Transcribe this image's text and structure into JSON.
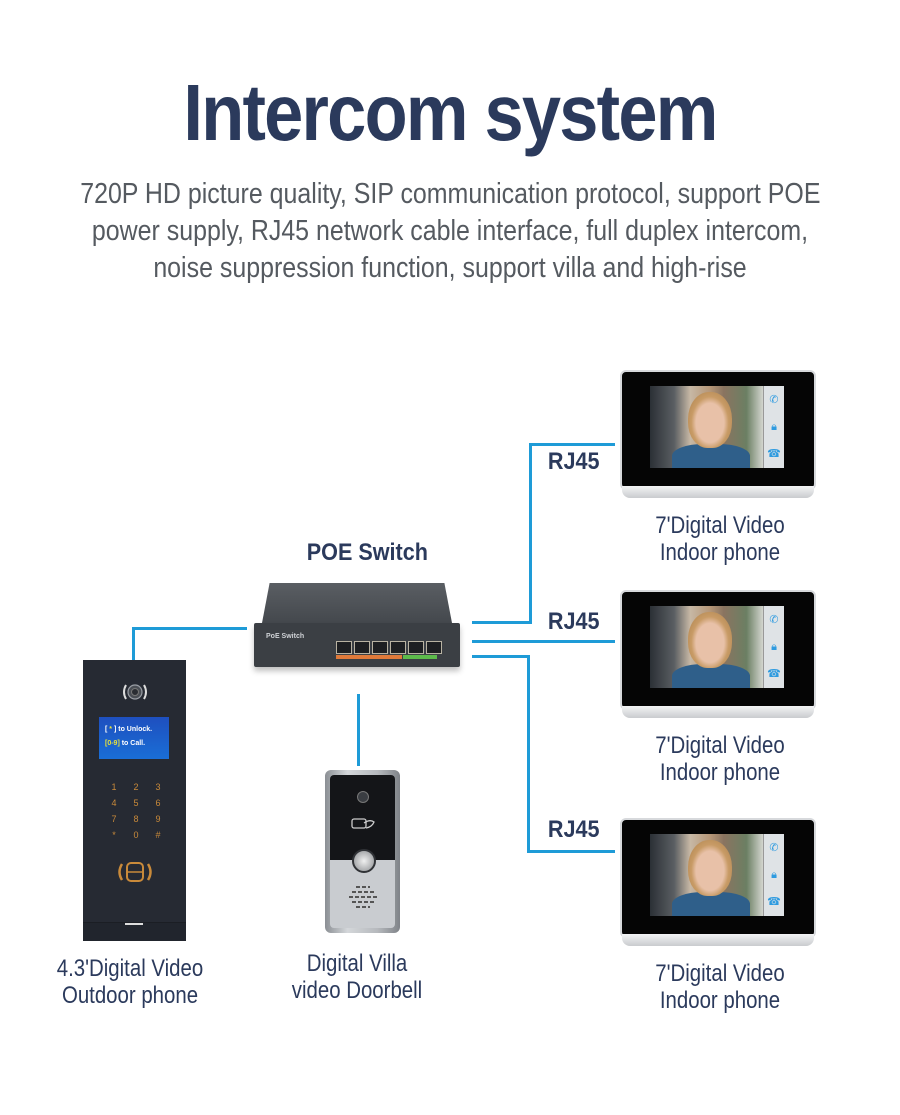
{
  "header": {
    "title": "Intercom system",
    "subtitle_lines": [
      "720P HD picture quality, SIP communication protocol, support POE",
      "power supply, RJ45 network cable interface, full duplex intercom,",
      "noise suppression function, support villa and high-rise"
    ]
  },
  "diagram": {
    "line_color": "#1e9bd7",
    "text_color": "#2b3a5c",
    "switch": {
      "label": "POE Switch",
      "brand_text": "PoE Switch"
    },
    "outdoor_phone": {
      "label_line1": "4.3'Digital Video",
      "label_line2": "Outdoor phone",
      "screen_line1_prefix": "[ ",
      "screen_line1_key": "*",
      "screen_line1_suffix": " ] to Unlock.",
      "screen_line2_key": "[0-9]",
      "screen_line2_suffix": " to Call.",
      "keys": [
        "1",
        "2",
        "3",
        "4",
        "5",
        "6",
        "7",
        "8",
        "9",
        "*",
        "0",
        "#"
      ]
    },
    "doorbell": {
      "label_line1": "Digital Villa",
      "label_line2": "video Doorbell"
    },
    "connections": [
      {
        "label": "RJ45"
      },
      {
        "label": "RJ45"
      },
      {
        "label": "RJ45"
      }
    ],
    "indoor_phones": [
      {
        "label_line1": "7'Digital Video",
        "label_line2": "Indoor phone",
        "icons": [
          "phone-call-icon",
          "lock-icon",
          "hang-up-icon"
        ]
      },
      {
        "label_line1": "7'Digital Video",
        "label_line2": "Indoor phone",
        "icons": [
          "phone-call-icon",
          "lock-icon",
          "hang-up-icon"
        ]
      },
      {
        "label_line1": "7'Digital Video",
        "label_line2": "Indoor phone",
        "icons": [
          "phone-call-icon",
          "lock-icon",
          "hang-up-icon"
        ]
      }
    ],
    "icon_glyphs": {
      "phone": "✆",
      "lock": "🔒︎",
      "hangup": "☎"
    }
  }
}
